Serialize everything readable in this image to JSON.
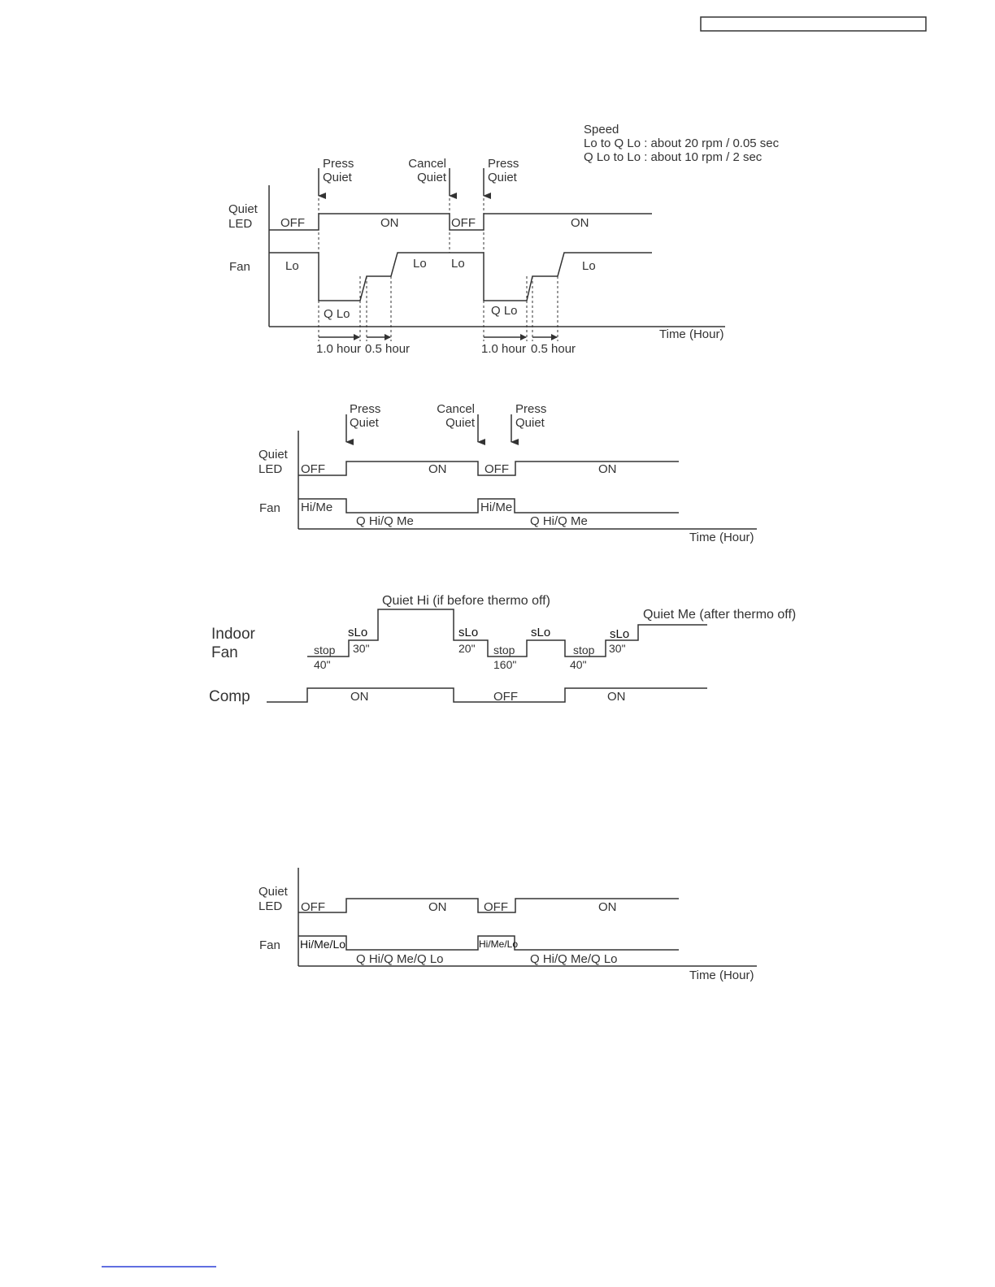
{
  "d1": {
    "speed_title": "Speed",
    "speed_line1": "Lo to Q Lo :  about 20 rpm / 0.05 sec",
    "speed_line2": "Q Lo to Lo :  about 10 rpm / 2 sec",
    "press1_a": "Press",
    "press1_b": "Quiet",
    "cancel_a": "Cancel",
    "cancel_b": "Quiet",
    "press2_a": "Press",
    "press2_b": "Quiet",
    "led_a": "Quiet",
    "led_b": "LED",
    "fan": "Fan",
    "off1": "OFF",
    "on1": "ON",
    "off2": "OFF",
    "on2": "ON",
    "lo1": "Lo",
    "lo2": "Lo",
    "lo3": "Lo",
    "lo4": "Lo",
    "qlo1": "Q Lo",
    "qlo2": "Q Lo",
    "dur1": "1.0 hour",
    "dur2": "0.5 hour",
    "dur3": "1.0 hour",
    "dur4": "0.5 hour",
    "time": "Time (Hour)"
  },
  "d2": {
    "press1_a": "Press",
    "press1_b": "Quiet",
    "cancel_a": "Cancel",
    "cancel_b": "Quiet",
    "press2_a": "Press",
    "press2_b": "Quiet",
    "led_a": "Quiet",
    "led_b": "LED",
    "fan": "Fan",
    "off1": "OFF",
    "on1": "ON",
    "off2": "OFF",
    "on2": "ON",
    "hime1": "Hi/Me",
    "hime2": "Hi/Me",
    "q1": "Q Hi/Q Me",
    "q2": "Q Hi/Q Me",
    "time": "Time (Hour)"
  },
  "d3": {
    "quiet_hi": "Quiet Hi (if before thermo off)",
    "quiet_me": "Quiet Me (after thermo off)",
    "indoor": "Indoor",
    "fan": "Fan",
    "comp": "Comp",
    "stop1": "stop",
    "t40a": "40\"",
    "slo1": "sLo",
    "t30a": "30\"",
    "slo2": "sLo",
    "t20": "20\"",
    "stop2": "stop",
    "t160": "160\"",
    "slo3": "sLo",
    "stop3": "stop",
    "t40b": "40\"",
    "slo4": "sLo",
    "t30b": "30\"",
    "on1": "ON",
    "off": "OFF",
    "on2": "ON"
  },
  "d4": {
    "led_a": "Quiet",
    "led_b": "LED",
    "fan": "Fan",
    "off1": "OFF",
    "on1": "ON",
    "off2": "OFF",
    "on2": "ON",
    "himelo1": "Hi/Me/Lo",
    "himelo2": "Hi/Me/Lo",
    "q1": "Q Hi/Q Me/Q Lo",
    "q2": "Q Hi/Q Me/Q Lo",
    "time": "Time (Hour)"
  }
}
